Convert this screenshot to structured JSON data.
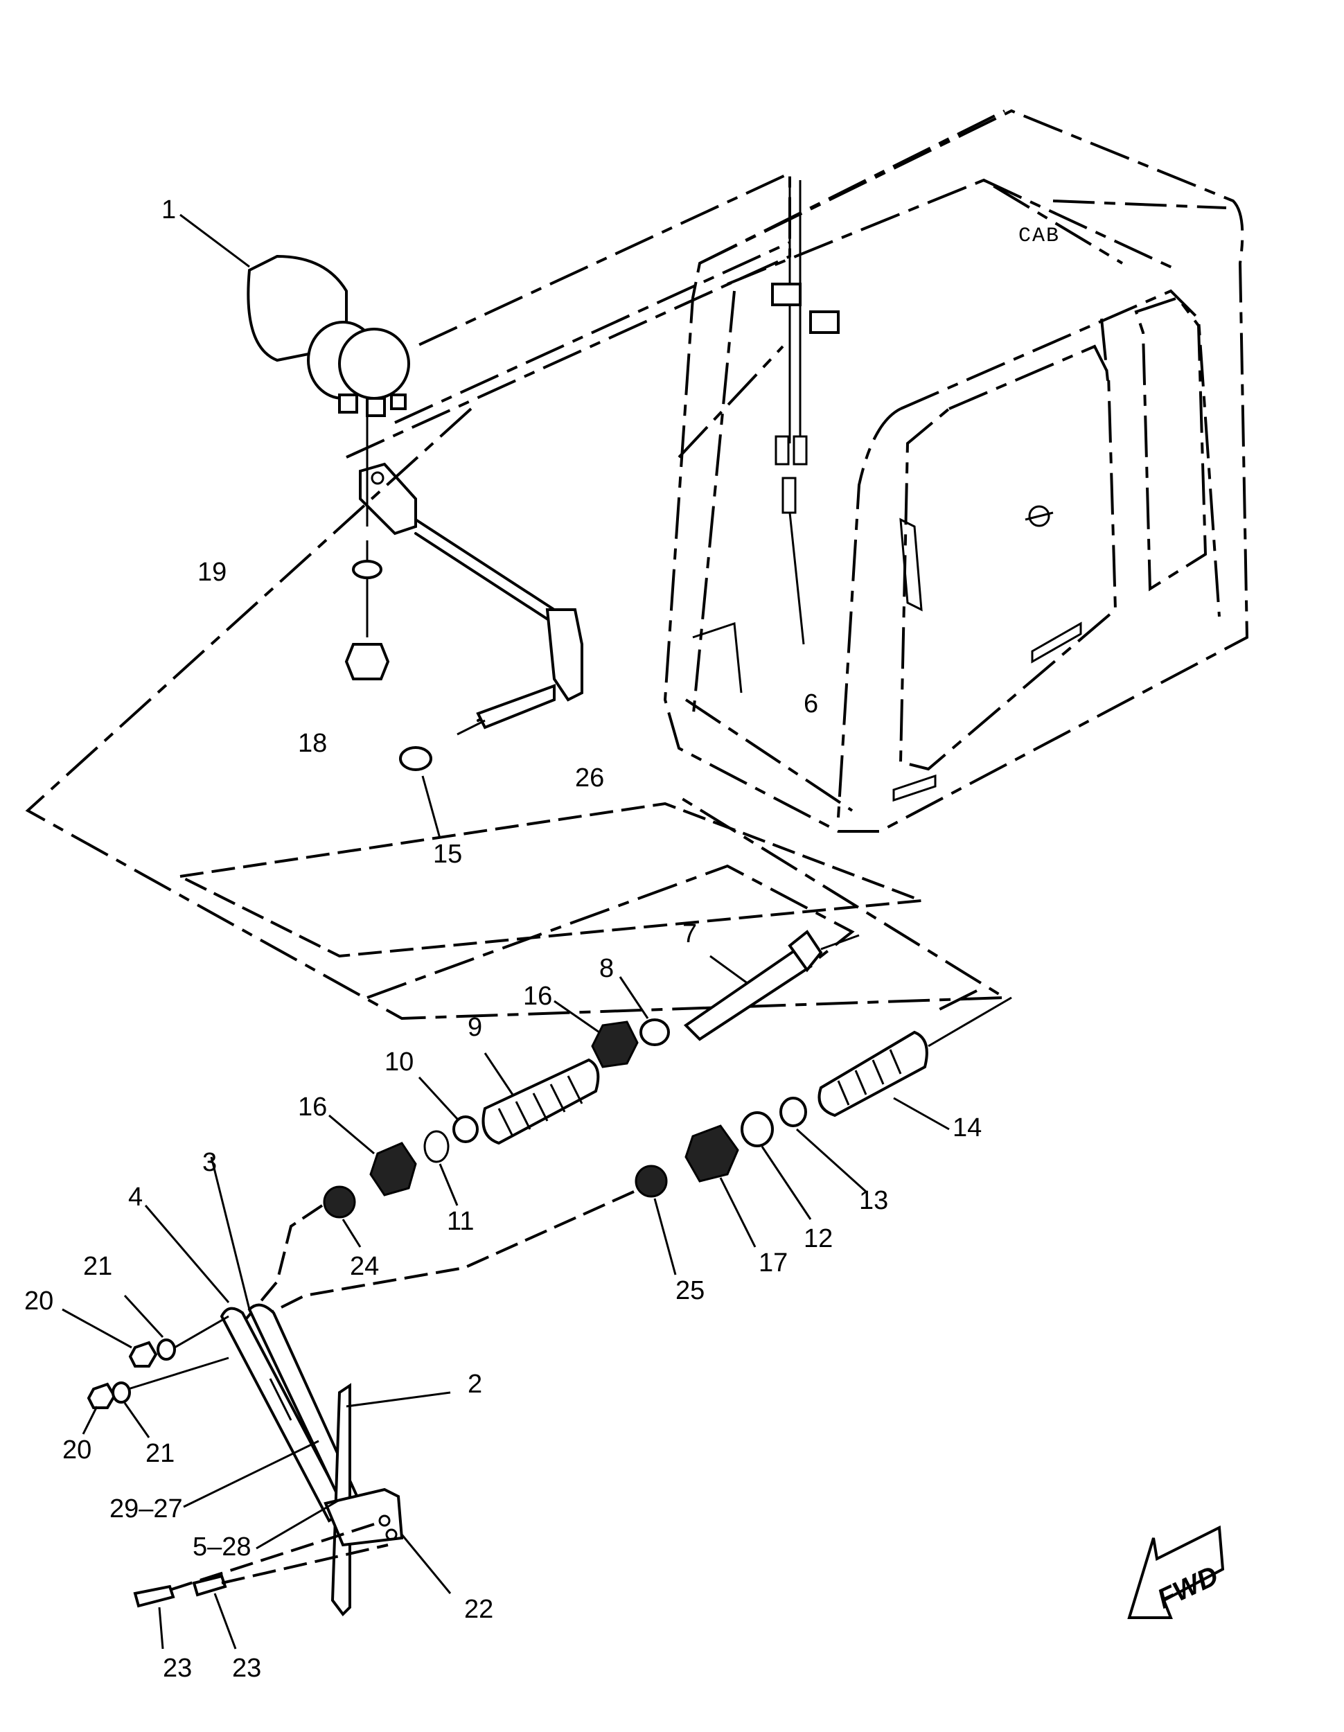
{
  "diagram": {
    "cab_label": "CAB",
    "fwd_label": "FWD",
    "callouts": [
      {
        "id": "c1",
        "text": "1"
      },
      {
        "id": "c2",
        "text": "2"
      },
      {
        "id": "c3",
        "text": "3"
      },
      {
        "id": "c4",
        "text": "4"
      },
      {
        "id": "c6",
        "text": "6"
      },
      {
        "id": "c7",
        "text": "7"
      },
      {
        "id": "c8",
        "text": "8"
      },
      {
        "id": "c9",
        "text": "9"
      },
      {
        "id": "c10",
        "text": "10"
      },
      {
        "id": "c11",
        "text": "11"
      },
      {
        "id": "c12",
        "text": "12"
      },
      {
        "id": "c13",
        "text": "13"
      },
      {
        "id": "c14",
        "text": "14"
      },
      {
        "id": "c15",
        "text": "15"
      },
      {
        "id": "c16a",
        "text": "16"
      },
      {
        "id": "c16b",
        "text": "16"
      },
      {
        "id": "c17",
        "text": "17"
      },
      {
        "id": "c18",
        "text": "18"
      },
      {
        "id": "c19",
        "text": "19"
      },
      {
        "id": "c20a",
        "text": "20"
      },
      {
        "id": "c20b",
        "text": "20"
      },
      {
        "id": "c21a",
        "text": "21"
      },
      {
        "id": "c21b",
        "text": "21"
      },
      {
        "id": "c22",
        "text": "22"
      },
      {
        "id": "c23a",
        "text": "23"
      },
      {
        "id": "c23b",
        "text": "23"
      },
      {
        "id": "c24",
        "text": "24"
      },
      {
        "id": "c25",
        "text": "25"
      },
      {
        "id": "c26",
        "text": "26"
      },
      {
        "id": "c2927",
        "text": "29–27"
      },
      {
        "id": "c528",
        "text": "5–28"
      }
    ]
  }
}
